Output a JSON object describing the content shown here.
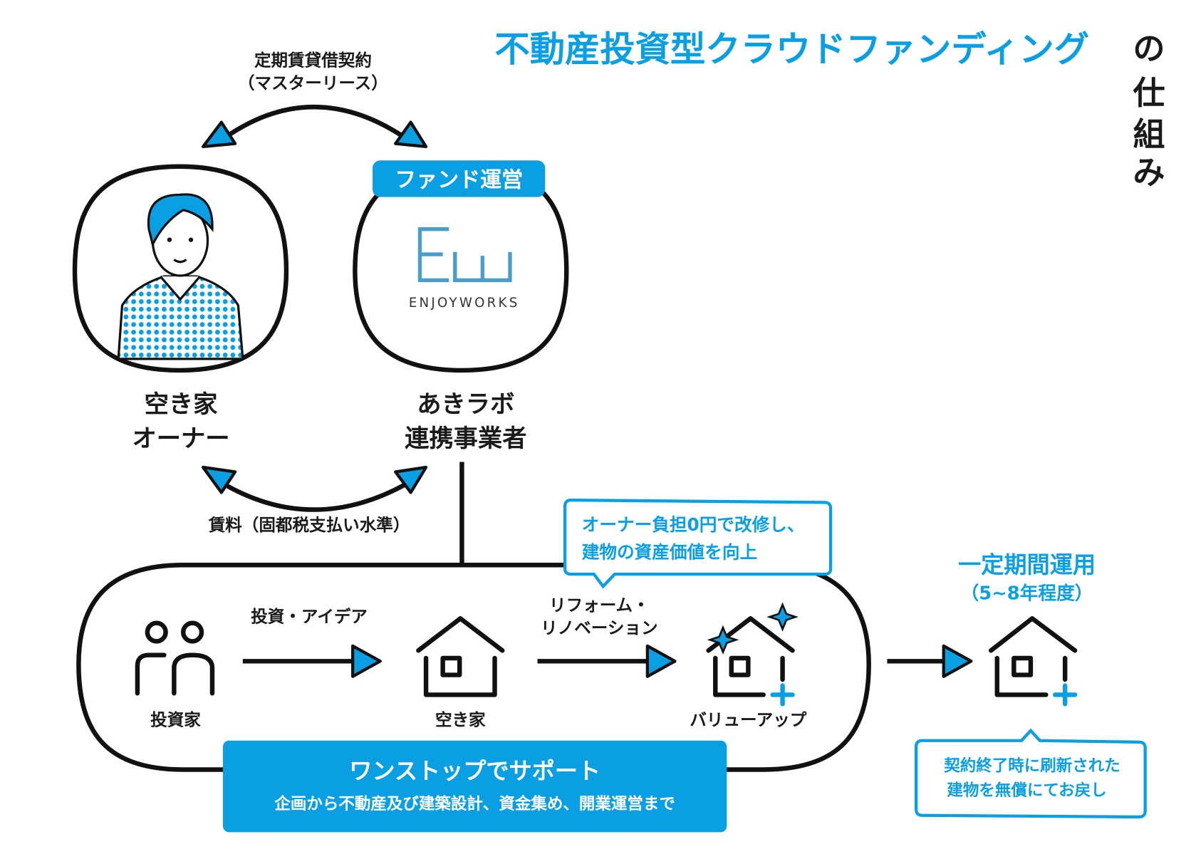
{
  "title": {
    "horizontal": "不動産投資型クラウドファンディング",
    "vertical": [
      "の",
      "仕",
      "組",
      "み"
    ]
  },
  "top_arrow_label": [
    "定期賃貸借契約",
    "（マスターリース）"
  ],
  "bottom_arrow_label": "賃料（固都税支払い水準）",
  "owner": {
    "label_lines": [
      "空き家",
      "オーナー"
    ]
  },
  "operator": {
    "badge": "ファンド運営",
    "logo_text": "ENJOYWORKS",
    "logo_mark": "Ew",
    "label_lines": [
      "あきラボ",
      "連携事業者"
    ]
  },
  "callout_renovation": [
    "オーナー負担0円で改修し、",
    "建物の資産価値を向上"
  ],
  "flow": {
    "investor": "投資家",
    "arrow1": "投資・アイデア",
    "vacant_house": "空き家",
    "arrow2": [
      "リフォーム・",
      "リノベーション"
    ],
    "value_up": "バリューアップ"
  },
  "support_box": {
    "title": "ワンストップでサポート",
    "subtitle": "企画から不動産及び建築設計、資金集め、開業運営まで"
  },
  "operation_period": [
    "一定期間運用",
    "（5~8年程度）"
  ],
  "callout_return": [
    "契約終了時に刷新された",
    "建物を無償にてお戻し"
  ],
  "colors": {
    "accent": "#0a9ee3",
    "ink": "#111111"
  }
}
